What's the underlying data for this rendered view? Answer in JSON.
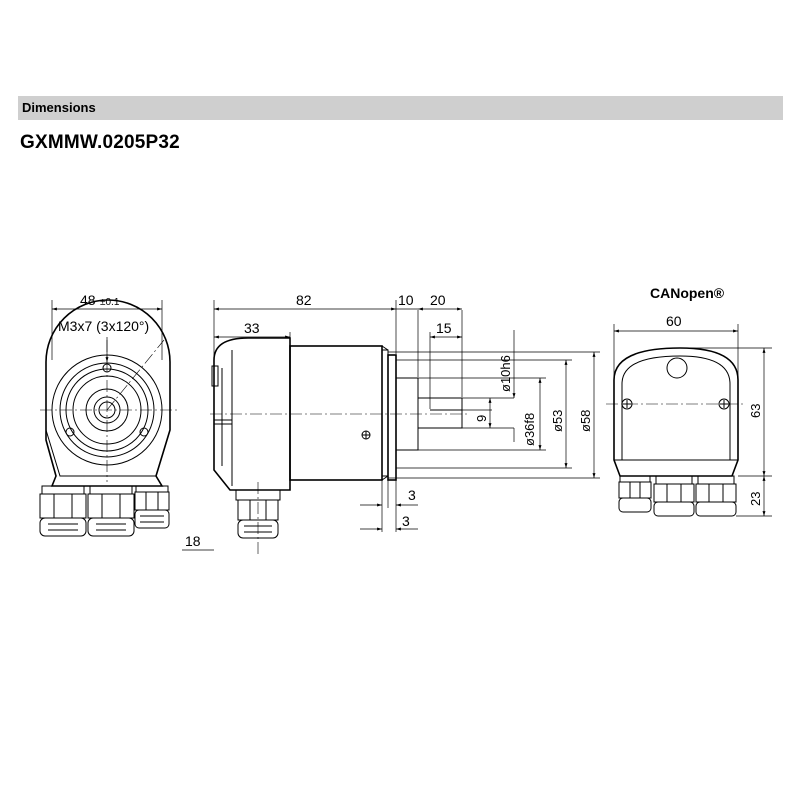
{
  "header": {
    "section_label": "Dimensions"
  },
  "product": {
    "model": "GXMMW.0205P32"
  },
  "views": {
    "front": {
      "dims": {
        "width": "48",
        "width_tol": "±0.1",
        "thread": "M3x7 (3x120°)",
        "offset": "18"
      }
    },
    "side": {
      "dims": {
        "length": "82",
        "flange": "10",
        "shaft": "20",
        "body": "33",
        "shaft_flat": "15",
        "d_shaft": "ø10h6",
        "flat_depth": "9",
        "d_spigot": "ø36f8",
        "d_body": "ø53",
        "d_flange": "ø58",
        "step1": "3",
        "step2": "3"
      }
    },
    "back": {
      "label": "CANopen®",
      "dims": {
        "width": "60",
        "height": "63",
        "connector": "23"
      }
    }
  }
}
